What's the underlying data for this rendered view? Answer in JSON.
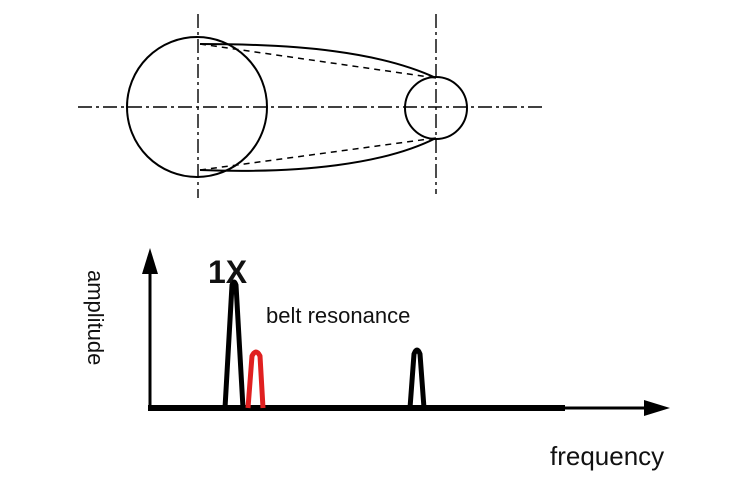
{
  "diagram": {
    "peak_label": "1X",
    "annotation": "belt resonance",
    "x_axis_label": "frequency",
    "y_axis_label": "amplitude"
  },
  "colors": {
    "line": "#000000",
    "resonance_peak": "#e02020",
    "background": "#ffffff"
  }
}
